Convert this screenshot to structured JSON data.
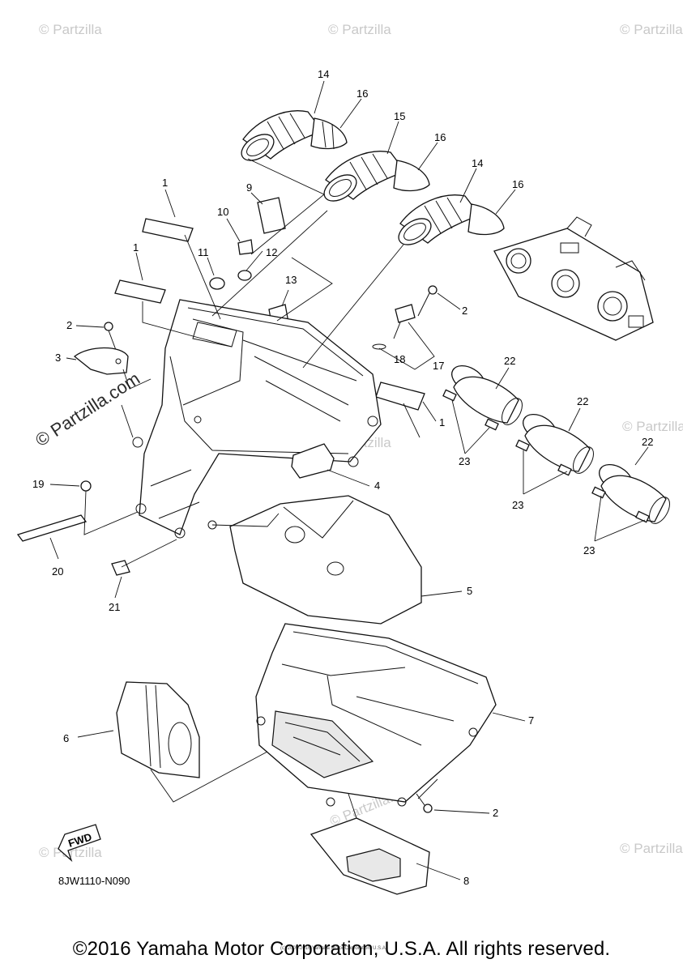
{
  "watermarks": {
    "repeat": "© Partzilla",
    "main": "© Partzilla.com",
    "secondary": "© Partzilla.com"
  },
  "callouts": [
    {
      "id": "c14a",
      "label": "14"
    },
    {
      "id": "c16a",
      "label": "16"
    },
    {
      "id": "c15",
      "label": "15"
    },
    {
      "id": "c16b",
      "label": "16"
    },
    {
      "id": "c14b",
      "label": "14"
    },
    {
      "id": "c16c",
      "label": "16"
    },
    {
      "id": "c1a",
      "label": "1"
    },
    {
      "id": "c9",
      "label": "9"
    },
    {
      "id": "c10",
      "label": "10"
    },
    {
      "id": "c1b",
      "label": "1"
    },
    {
      "id": "c11",
      "label": "11"
    },
    {
      "id": "c12",
      "label": "12"
    },
    {
      "id": "c13",
      "label": "13"
    },
    {
      "id": "c2a",
      "label": "2"
    },
    {
      "id": "c2b",
      "label": "2"
    },
    {
      "id": "c3",
      "label": "3"
    },
    {
      "id": "c18",
      "label": "18"
    },
    {
      "id": "c17",
      "label": "17"
    },
    {
      "id": "c22a",
      "label": "22"
    },
    {
      "id": "c1c",
      "label": "1"
    },
    {
      "id": "c22b",
      "label": "22"
    },
    {
      "id": "c22c",
      "label": "22"
    },
    {
      "id": "c23a",
      "label": "23"
    },
    {
      "id": "c23b",
      "label": "23"
    },
    {
      "id": "c23c",
      "label": "23"
    },
    {
      "id": "c19",
      "label": "19"
    },
    {
      "id": "c4",
      "label": "4"
    },
    {
      "id": "c20",
      "label": "20"
    },
    {
      "id": "c21",
      "label": "21"
    },
    {
      "id": "c5",
      "label": "5"
    },
    {
      "id": "c7",
      "label": "7"
    },
    {
      "id": "c6",
      "label": "6"
    },
    {
      "id": "c2c",
      "label": "2"
    },
    {
      "id": "c8",
      "label": "8"
    }
  ],
  "fwd_label": "FWD",
  "diagram_code": "8JW1110-N090",
  "fine_print": "(c) 2005-2016 Yamaha Motor Corporation, U.S.A.",
  "copyright": "©2016 Yamaha Motor Corporation, U.S.A. All rights reserved."
}
